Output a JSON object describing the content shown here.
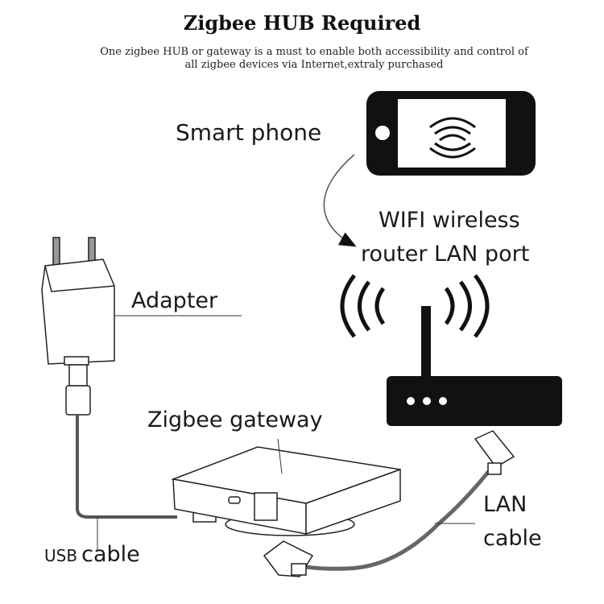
{
  "header": {
    "title": "Zigbee HUB Required",
    "subtitle_line1": "One zigbee HUB or gateway is a must to enable both accessibility and control of",
    "subtitle_line2": "all zigbee devices via Internet,extraly purchased"
  },
  "labels": {
    "smart_phone": "Smart phone",
    "router_line1": "WIFI wireless",
    "router_line2": "router LAN port",
    "adapter": "Adapter",
    "gateway": "Zigbee gateway",
    "usb_prefix": "USB",
    "usb_suffix": "cable",
    "lan_line1": "LAN",
    "lan_line2": "cable"
  },
  "icons": {
    "phone": "smartphone-icon",
    "wifi": "wifi-signal-icon",
    "router": "router-icon",
    "adapter": "power-adapter-icon",
    "gateway": "zigbee-gateway-icon"
  }
}
